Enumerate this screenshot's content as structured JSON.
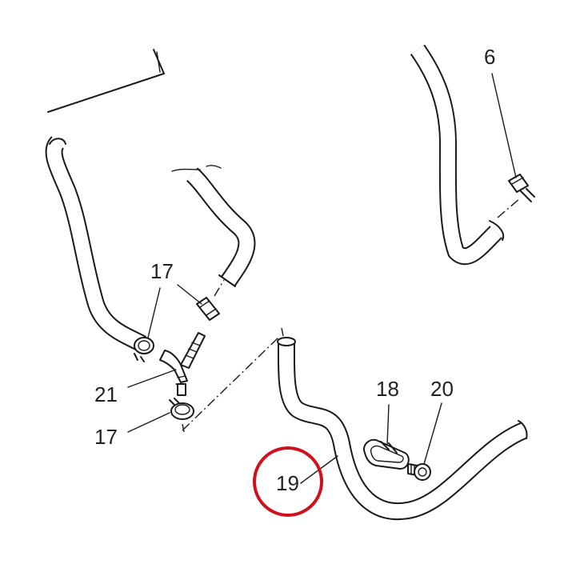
{
  "diagram": {
    "labels": {
      "part_6": "6",
      "part_17_top": "17",
      "part_17_bottom": "17",
      "part_18": "18",
      "part_19": "19",
      "part_20": "20",
      "part_21": "21"
    },
    "highlight_color": "#d0101b"
  }
}
